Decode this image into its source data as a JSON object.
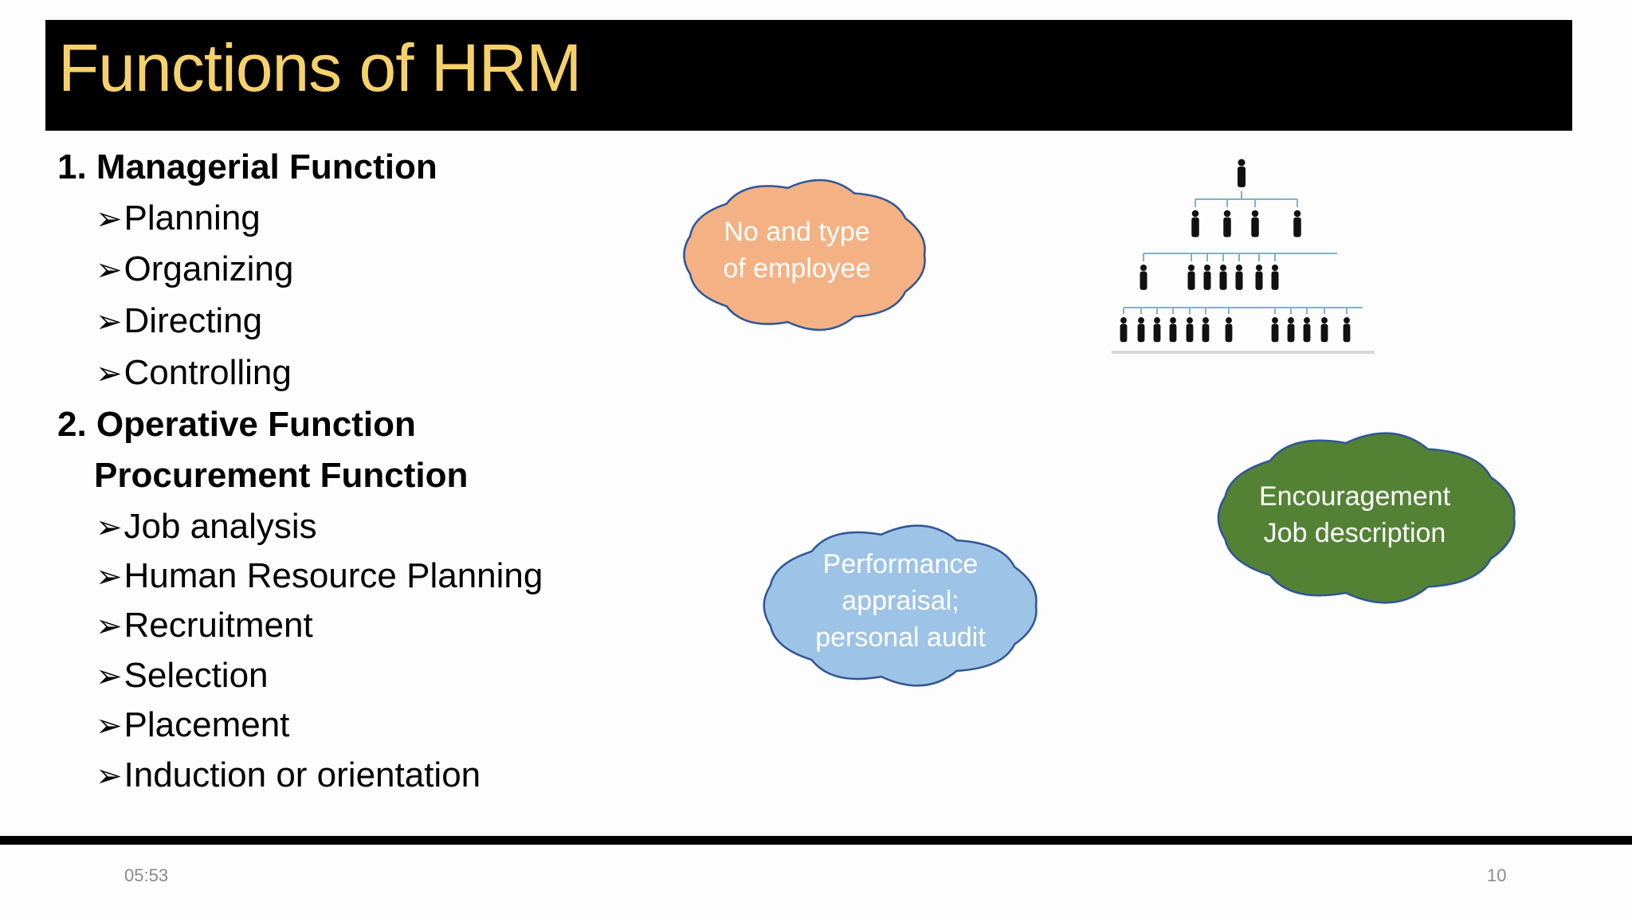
{
  "slide": {
    "title": "Functions of HRM",
    "sections": [
      {
        "heading": "1. Managerial Function"
      },
      {
        "heading": "2. Operative Function"
      }
    ],
    "managerial_items": [
      "Planning",
      "Organizing",
      "Directing",
      "Controlling"
    ],
    "procurement_heading": "Procurement Function",
    "procurement_items": [
      "Job analysis",
      "Human Resource Planning",
      "Recruitment",
      "Selection",
      "Placement",
      "Induction or orientation"
    ],
    "bullet_icon": "arrow-bullet-icon",
    "clouds": {
      "orange": {
        "lines": [
          "No and type",
          "of employee"
        ],
        "color": "#f4b183"
      },
      "blue": {
        "lines": [
          "Performance",
          "appraisal;",
          "personal audit"
        ],
        "color": "#9dc3e6"
      },
      "green": {
        "lines": [
          "Encouragement",
          "Job description"
        ],
        "color": "#548235"
      }
    },
    "image": "org-chart-people-icon",
    "footer": {
      "time": "05:53",
      "page": "10"
    },
    "colors": {
      "title_text": "#f6d16a",
      "title_bg": "#000000",
      "cloud_outline": "#2f5597"
    }
  }
}
